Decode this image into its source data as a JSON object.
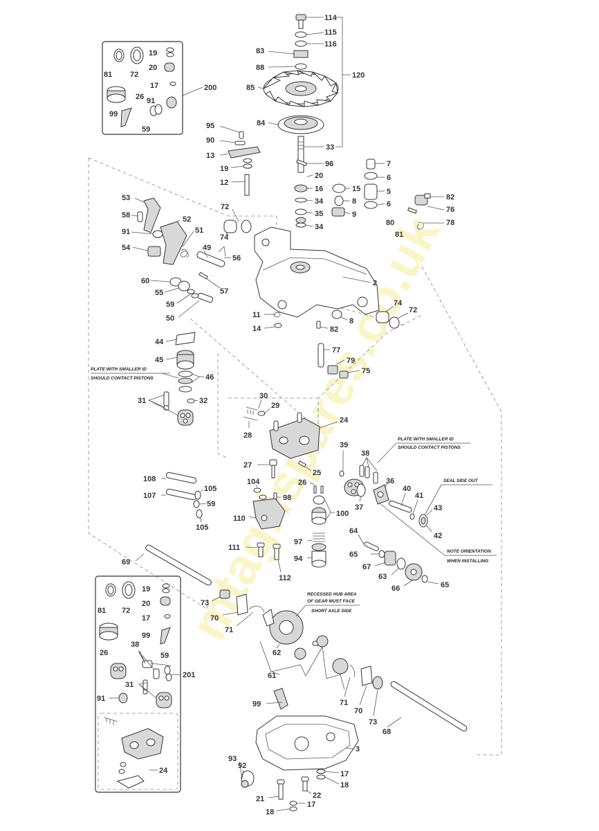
{
  "watermark": "mtagrispares.co.uk",
  "notes": {
    "plate_left_1": "PLATE WITH SMALLER ID",
    "plate_left_2": "SHOULD CONTACT PISTONS",
    "plate_right_1": "PLATE WITH SMALLER ID",
    "plate_right_2": "SHOULD CONTACT PISTONS",
    "seal_side": "SEAL SIDE OUT",
    "orient_1": "NOTE ORIENTATION",
    "orient_2": "WHEN INSTALLING",
    "hub_1": "RECESSED HUB AREA",
    "hub_2": "OF GEAR MUST FACE",
    "hub_3": "SHORT AXLE SIDE"
  },
  "labels": {
    "p114": "114",
    "p115": "115",
    "p116": "116",
    "p83": "83",
    "p88": "88",
    "p120": "120",
    "p85": "85",
    "p84": "84",
    "p33": "33",
    "p96": "96",
    "p95": "95",
    "p90": "90",
    "p13": "13",
    "p19a": "19",
    "p12": "12",
    "p20a": "20",
    "p16": "16",
    "p34a": "34",
    "p35": "35",
    "p34b": "34",
    "p15": "15",
    "p8a": "8",
    "p9": "9",
    "p7": "7",
    "p6a": "6",
    "p5": "5",
    "p6b": "6",
    "p82a": "82",
    "p76": "76",
    "p80": "80",
    "p78": "78",
    "p81a": "81",
    "p53": "53",
    "p58": "58",
    "p52": "52",
    "p91a": "91",
    "p51": "51",
    "p54": "54",
    "p49": "49",
    "p56": "56",
    "p72a": "72",
    "p74a": "74",
    "p2": "2",
    "p60": "60",
    "p55": "55",
    "p57": "57",
    "p59a": "59",
    "p50": "50",
    "p74b": "74",
    "p72b": "72",
    "p11": "11",
    "p14": "14",
    "p8b": "8",
    "p82b": "82",
    "p77": "77",
    "p79": "79",
    "p75": "75",
    "p44": "44",
    "p45": "45",
    "p46": "46",
    "p31a": "31",
    "p32": "32",
    "p30": "30",
    "p29": "29",
    "p28": "28",
    "p24a": "24",
    "p39": "39",
    "p38a": "38",
    "p27": "27",
    "p25": "25",
    "p36": "36",
    "p40": "40",
    "p41": "41",
    "p43": "43",
    "p42": "42",
    "p37": "37",
    "p108": "108",
    "p105a": "105",
    "p107": "107",
    "p59b": "59",
    "p105b": "105",
    "p104": "104",
    "p98": "98",
    "p26a": "26",
    "p100": "100",
    "p110": "110",
    "p97": "97",
    "p64": "64",
    "p111": "111",
    "p94": "94",
    "p112": "112",
    "p65a": "65",
    "p67": "67",
    "p63": "63",
    "p66": "66",
    "p65b": "65",
    "p69": "69",
    "p73a": "73",
    "p70a": "70",
    "p71a": "71",
    "p62": "62",
    "p61": "61",
    "p71b": "71",
    "p70b": "70",
    "p73b": "73",
    "p68": "68",
    "p99a": "99",
    "p3": "3",
    "p93": "93",
    "p92": "92",
    "p17a": "17",
    "p18a": "18",
    "p22": "22",
    "p21": "21",
    "p17b": "17",
    "p18b": "18",
    "k1_81": "81",
    "k1_72": "72",
    "k1_19": "19",
    "k1_20": "20",
    "k1_17": "17",
    "k1_26": "26",
    "k1_91": "91",
    "k1_99": "99",
    "k1_59": "59",
    "k1_200": "200",
    "k2_81": "81",
    "k2_72": "72",
    "k2_19": "19",
    "k2_20": "20",
    "k2_17": "17",
    "k2_99": "99",
    "k2_26": "26",
    "k2_38": "38",
    "k2_59": "59",
    "k2_201": "201",
    "k2_31": "31",
    "k2_91": "91",
    "k2_24": "24"
  }
}
